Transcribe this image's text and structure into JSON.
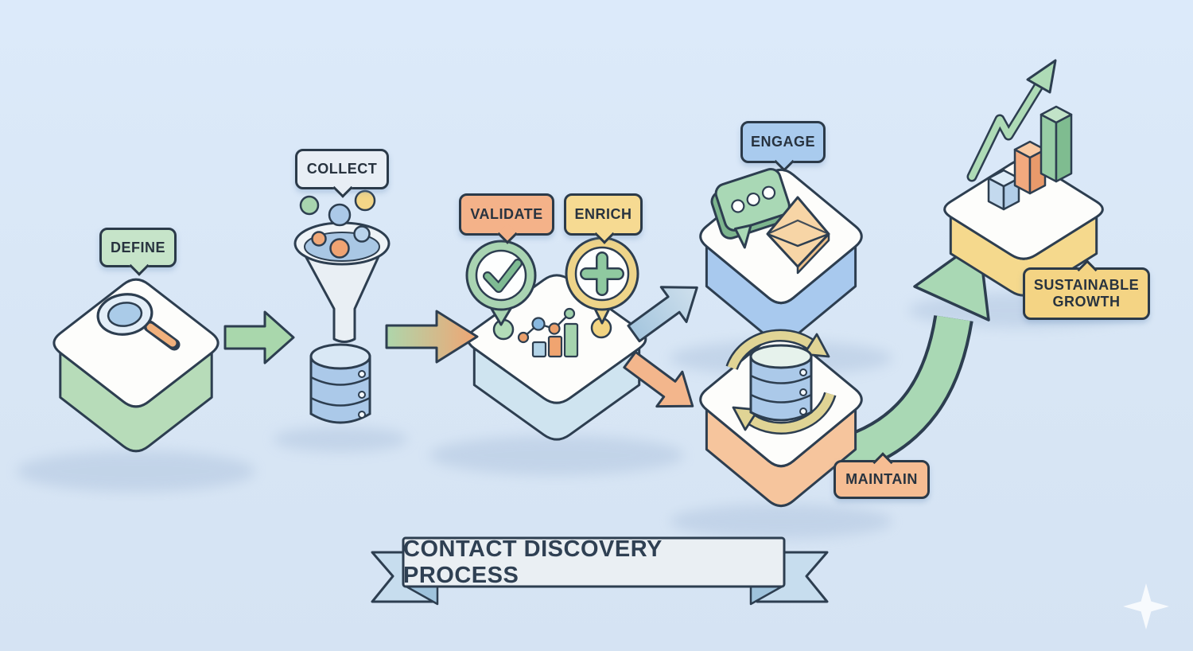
{
  "banner": {
    "text": "CONTACT DISCOVERY PROCESS",
    "band_color": "#eaeff3",
    "ribbon_tail_color": "#c7ddee",
    "text_color": "#2f4053"
  },
  "stages": [
    {
      "id": "define",
      "label": "DEFINE",
      "bubble_color": "#c6e4c9",
      "platform_side_color": "#b7dcb9",
      "icons": [
        "magnifier-icon"
      ]
    },
    {
      "id": "collect",
      "label": "COLLECT",
      "bubble_color": "#e8eef5",
      "platform_side_color": null,
      "icons": [
        "funnel-icon",
        "database-icon"
      ]
    },
    {
      "id": "validate",
      "label": "VALIDATE",
      "bubble_color": "#f4b289",
      "platform_side_color": "#cfe4f0",
      "icons": [
        "check-badge-icon",
        "mini-chart-icon"
      ]
    },
    {
      "id": "enrich",
      "label": "ENRICH",
      "bubble_color": "#f6da92",
      "platform_side_color": "#cfe4f0",
      "icons": [
        "plus-badge-icon"
      ]
    },
    {
      "id": "engage",
      "label": "ENGAGE",
      "bubble_color": "#a9cbee",
      "platform_side_color": "#a8c9ee",
      "icons": [
        "chat-bubble-icon",
        "envelope-icon"
      ]
    },
    {
      "id": "maintain",
      "label": "MAINTAIN",
      "bubble_color": "#f6bd93",
      "platform_side_color": "#f6c59d",
      "icons": [
        "sync-arrows-icon",
        "database-icon"
      ]
    },
    {
      "id": "growth",
      "label": "SUSTAINABLE GROWTH",
      "bubble_color": "#f4d484",
      "platform_side_color": "#f5d98d",
      "icons": [
        "bar-chart-3d-icon",
        "zigzag-growth-arrow-icon"
      ]
    }
  ],
  "arrows": [
    {
      "from": "define",
      "to": "collect",
      "color": "#a9d7ac"
    },
    {
      "from": "collect",
      "to": "validate",
      "color_start": "#aed6ab",
      "color_end": "#f0a573"
    },
    {
      "from": "validate",
      "to": "engage",
      "color": "#b7d3e5"
    },
    {
      "from": "validate",
      "to": "maintain",
      "color": "#f3b68c"
    },
    {
      "from": "maintain",
      "to": "growth",
      "color": "#a9d8b4"
    }
  ],
  "colors": {
    "background": "#d9e7f6",
    "outline": "#2d3e50",
    "platform_top": "#fdfdfb"
  },
  "watermark": {
    "icon": "sparkle-icon"
  }
}
